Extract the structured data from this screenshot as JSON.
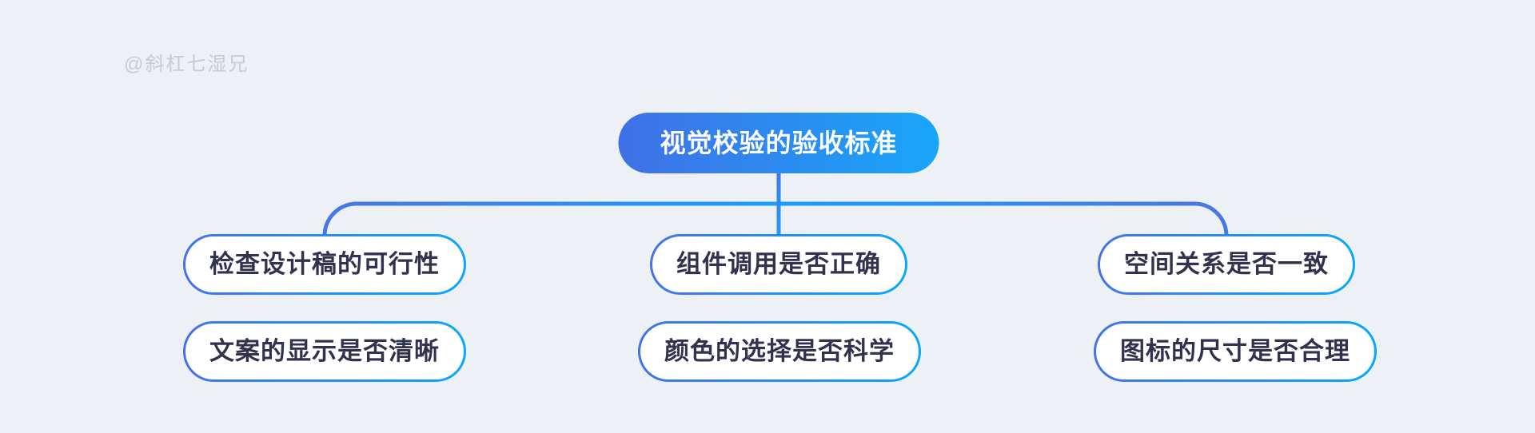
{
  "mindmap": {
    "watermark": "@斜杠七湿兄",
    "root": {
      "label": "视觉校验的验收标准"
    },
    "children": [
      {
        "label": "检查设计稿的可行性"
      },
      {
        "label": "组件调用是否正确"
      },
      {
        "label": "空间关系是否一致"
      },
      {
        "label": "文案的显示是否清晰"
      },
      {
        "label": "颜色的选择是否科学"
      },
      {
        "label": "图标的尺寸是否合理"
      }
    ],
    "colors": {
      "background": "#edf0f5",
      "root_gradient_start": "#4070e6",
      "root_gradient_end": "#18a6fa",
      "node_border_gradient_start": "#4472e8",
      "node_border_gradient_end": "#09a8fd",
      "node_fill": "#ffffff",
      "node_text": "#30324e",
      "root_text": "#ffffff",
      "connector_indigo": "#4b76e4",
      "connector_azure": "#14a0fb",
      "watermark_text": "#c7cad6"
    }
  }
}
